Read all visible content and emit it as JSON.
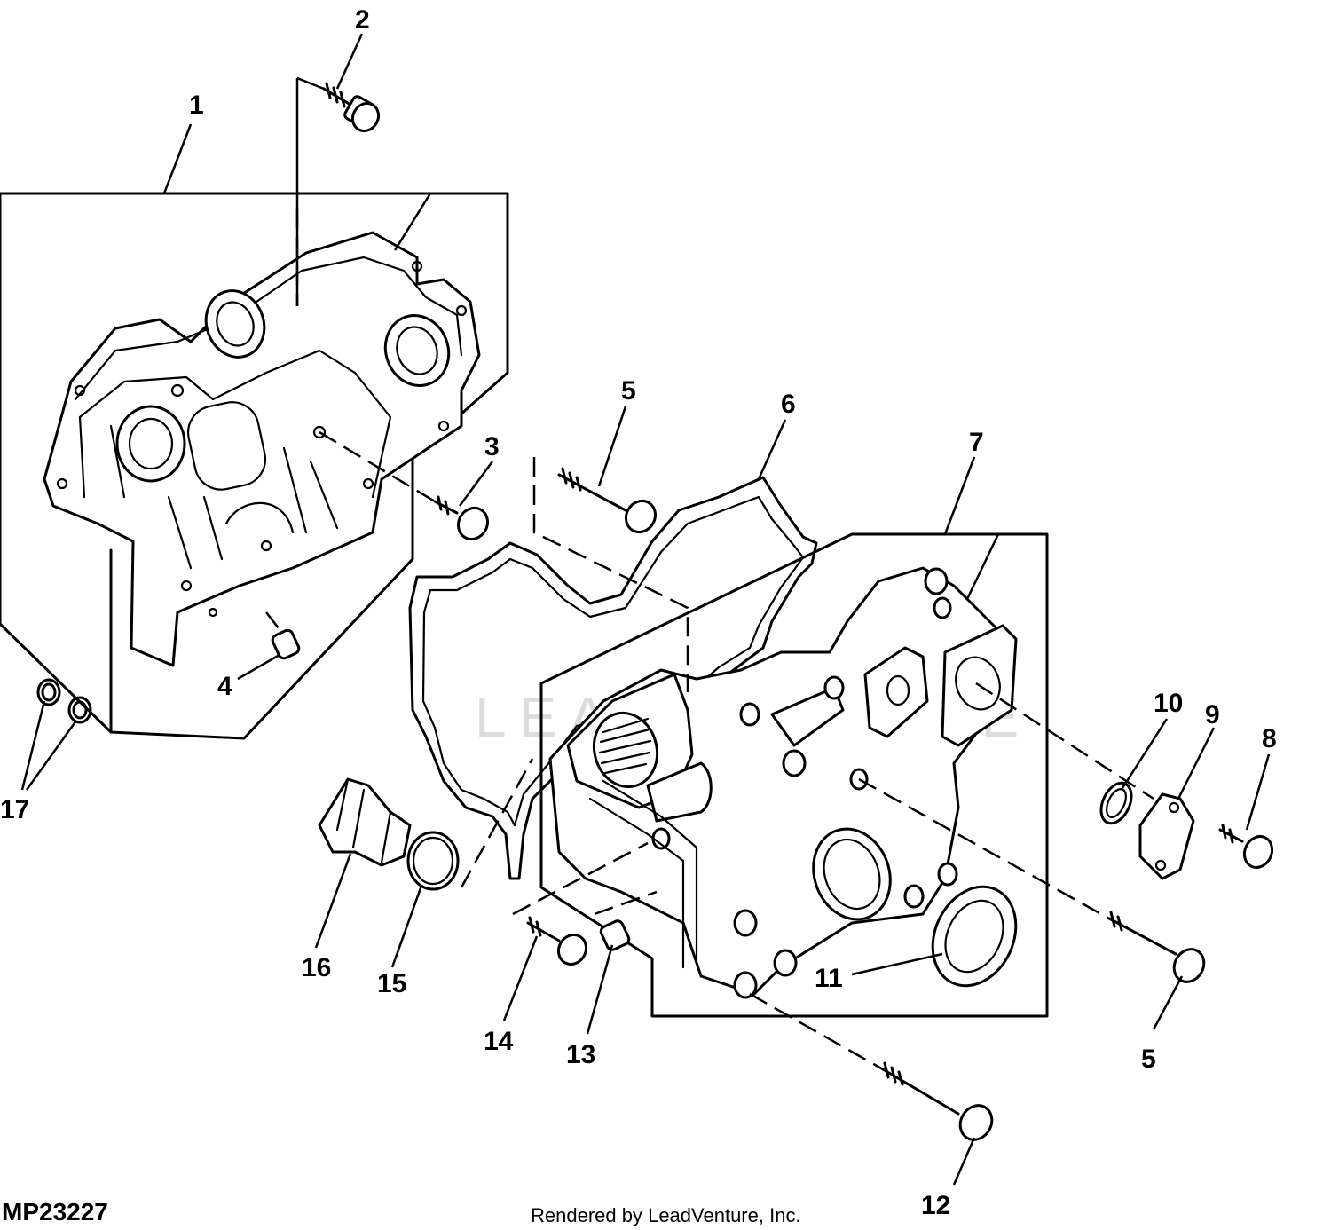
{
  "figure_id": "MP23227",
  "credit": "Rendered by LeadVenture, Inc.",
  "watermark": "LEADVENTURE",
  "callouts": {
    "c1": "1",
    "c2": "2",
    "c3": "3",
    "c4": "4",
    "c5a": "5",
    "c5b": "5",
    "c6": "6",
    "c7": "7",
    "c8": "8",
    "c9": "9",
    "c10": "10",
    "c11": "11",
    "c12": "12",
    "c13": "13",
    "c14": "14",
    "c15": "15",
    "c16": "16",
    "c17": "17"
  }
}
